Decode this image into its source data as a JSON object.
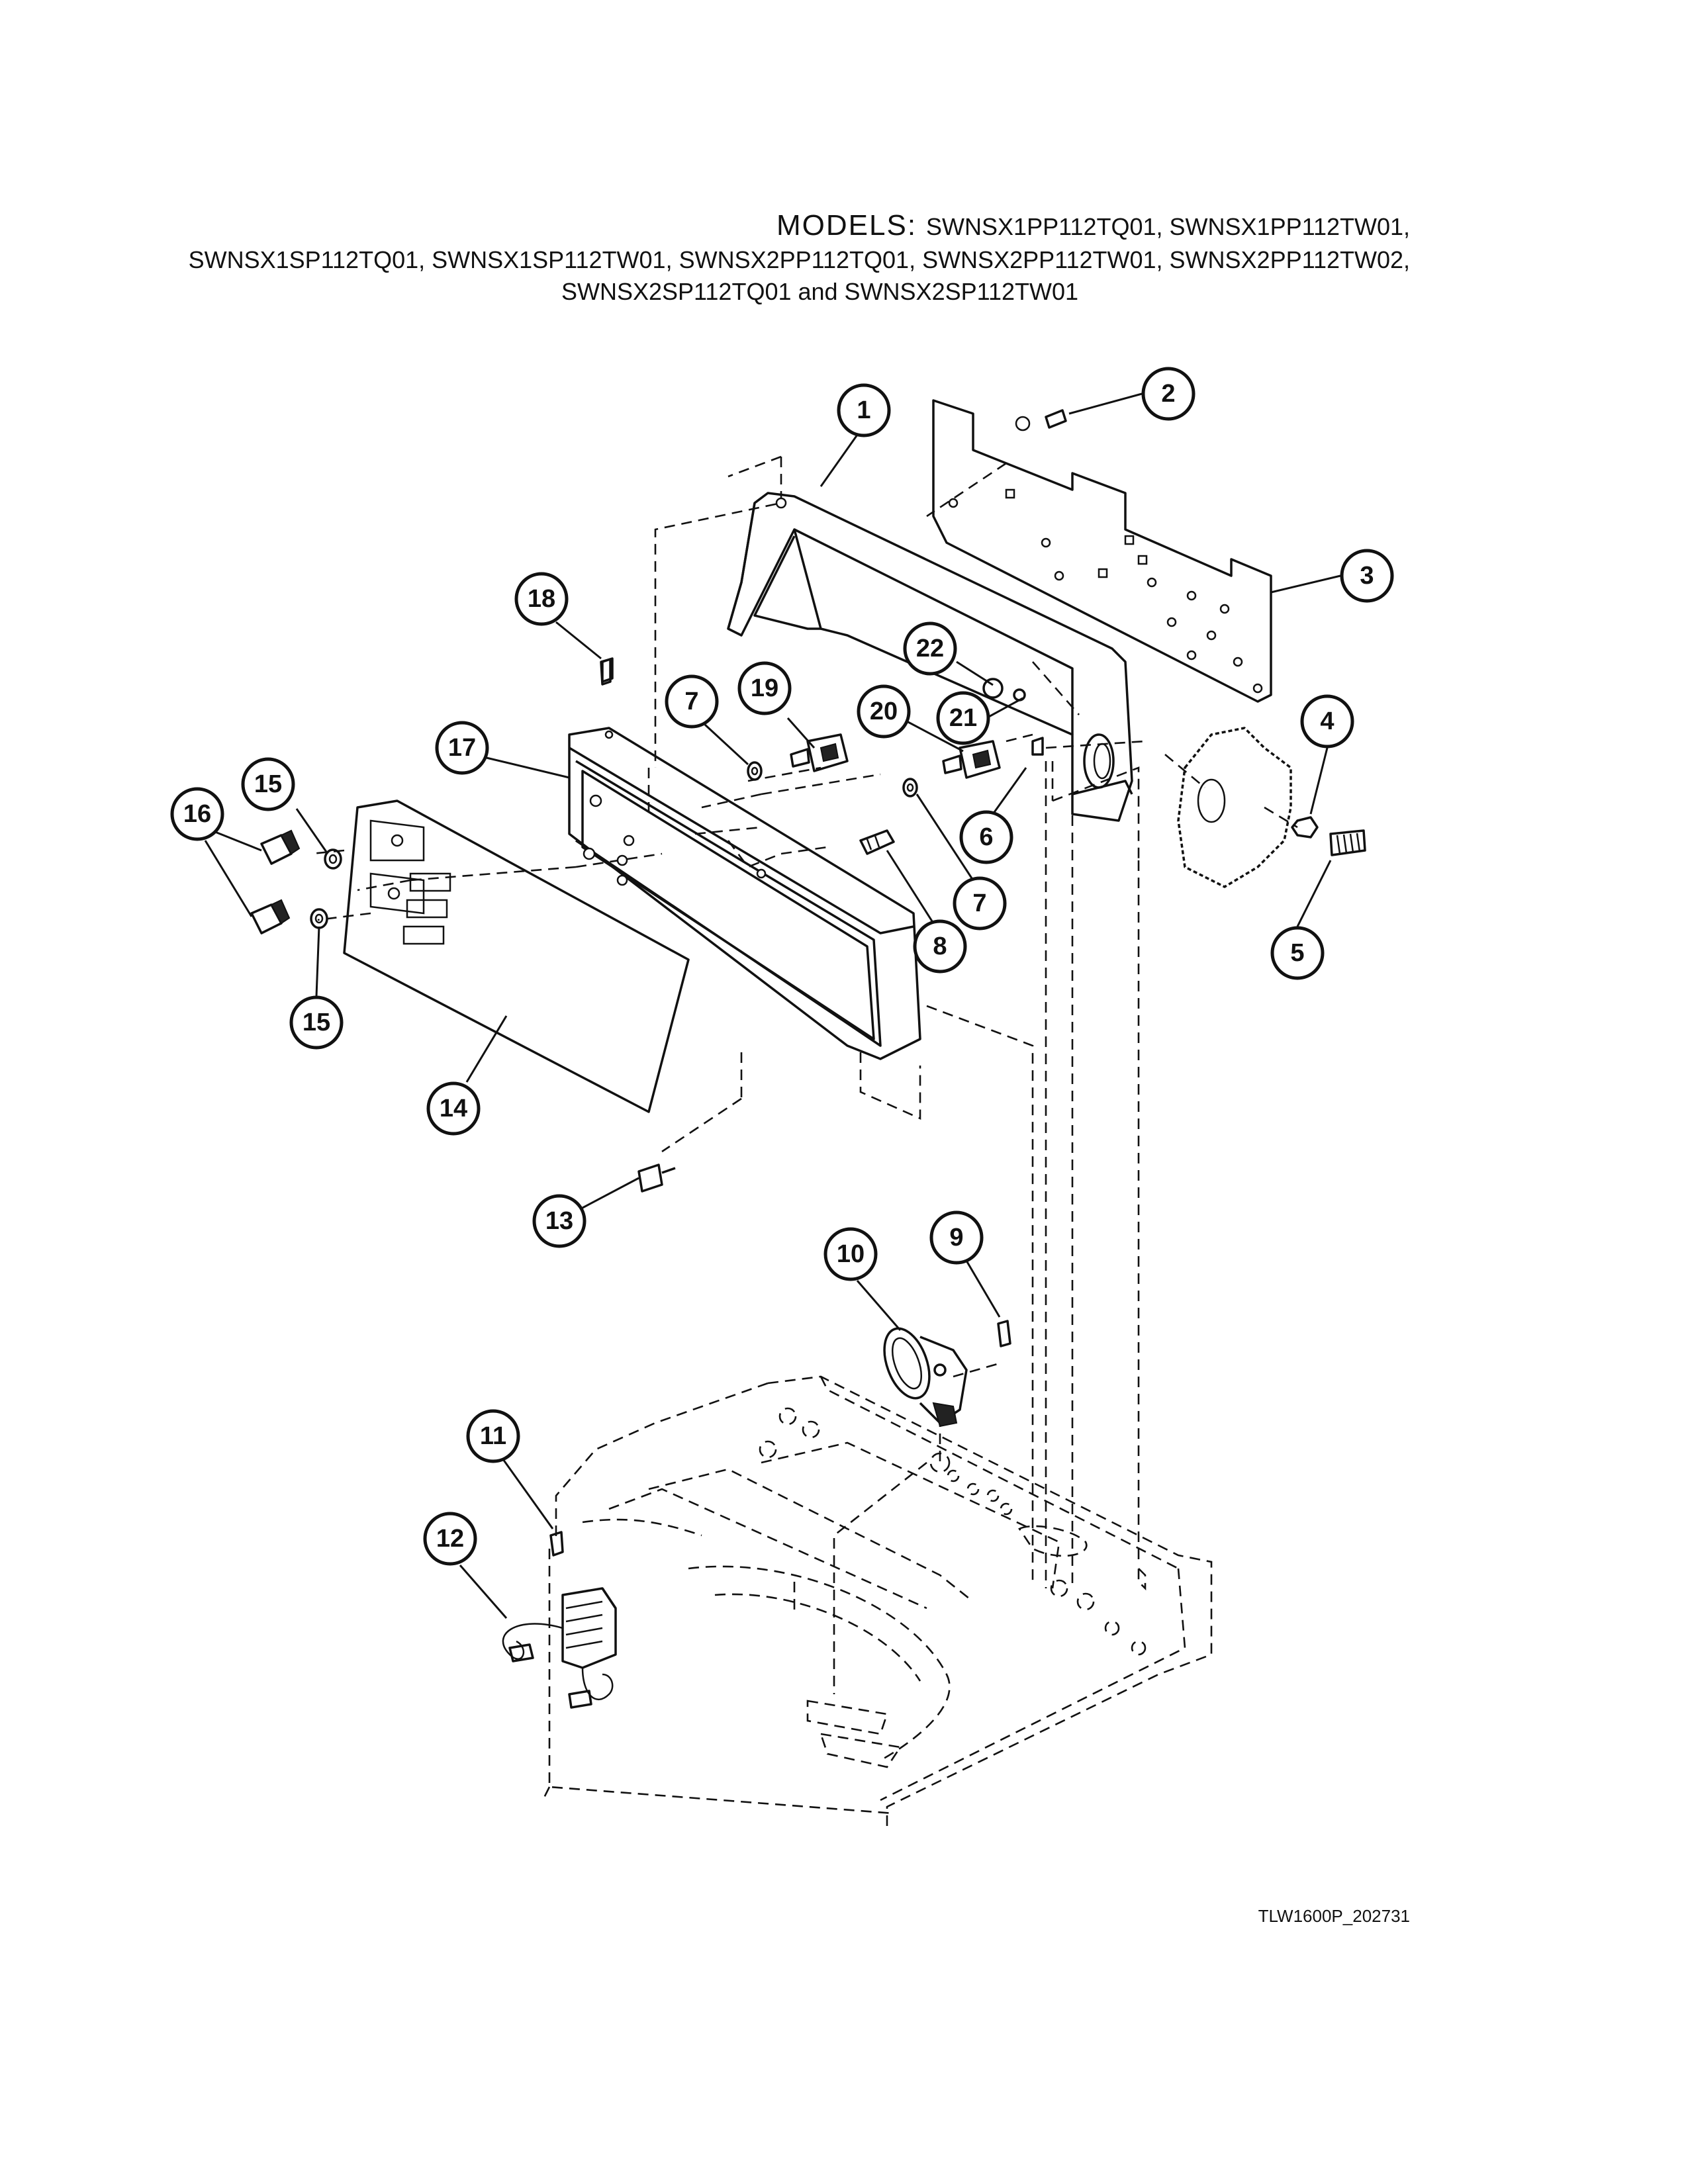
{
  "header": {
    "models_label": "MODELS:",
    "models_line1": "SWNSX1PP112TQ01, SWNSX1PP112TW01,",
    "models_line2": "SWNSX1SP112TQ01, SWNSX1SP112TW01, SWNSX2PP112TQ01, SWNSX2PP112TW01, SWNSX2PP112TW02,",
    "models_line3": "SWNSX2SP112TQ01 and SWNSX2SP112TW01"
  },
  "callouts": [
    "1",
    "2",
    "3",
    "4",
    "5",
    "6",
    "7",
    "7",
    "8",
    "9",
    "10",
    "11",
    "12",
    "13",
    "14",
    "15",
    "15",
    "16",
    "17",
    "18",
    "19",
    "20",
    "21",
    "22"
  ],
  "footer": {
    "drawing_code": "TLW1600P_202731"
  }
}
